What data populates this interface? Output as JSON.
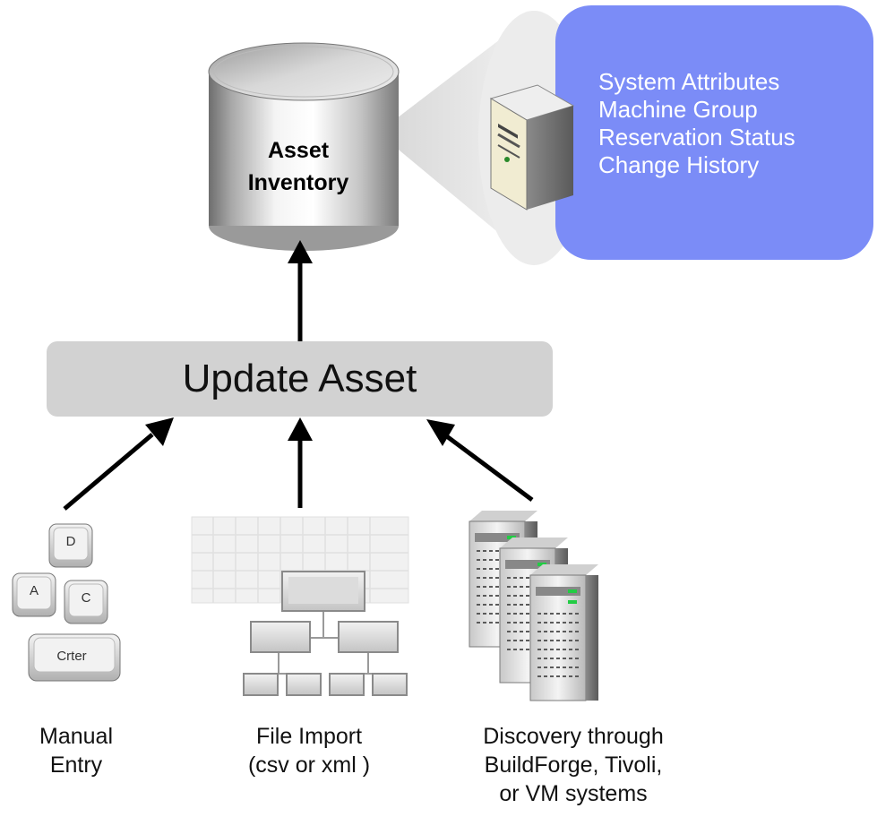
{
  "inventory": {
    "label_lines": [
      "Asset",
      "Inventory"
    ]
  },
  "callout": {
    "color": "#7b8cf7",
    "items": [
      "System Attributes",
      "Machine Group",
      "Reservation Status",
      "Change History"
    ]
  },
  "update_asset": {
    "label": "Update Asset"
  },
  "sources": {
    "manual": {
      "keys": [
        "D",
        "A",
        "C",
        "Crter"
      ],
      "caption_lines": [
        "Manual",
        "Entry"
      ]
    },
    "file_import": {
      "caption_lines": [
        "File Import",
        "(csv or xml )"
      ]
    },
    "discovery": {
      "caption_lines": [
        "Discovery through",
        "BuildForge, Tivoli,",
        "or VM systems"
      ]
    }
  }
}
